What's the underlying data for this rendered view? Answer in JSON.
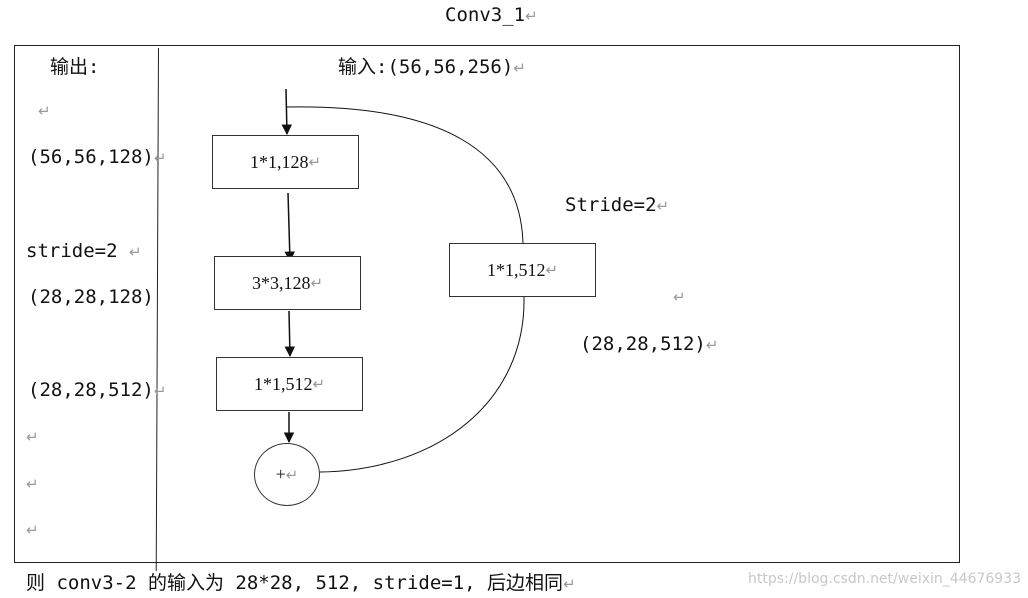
{
  "title": "Conv3_1",
  "left_column": {
    "header": "输出:",
    "out1": "(56,56,128)",
    "stride": "stride=2",
    "out2": "(28,28,128)",
    "out3": "(28,28,512)"
  },
  "input_label": "输入:(56,56,256)",
  "main_path": {
    "box1": "1*1,128",
    "box2": "3*3,128",
    "box3": "1*1,512",
    "add": "+"
  },
  "shortcut": {
    "box": "1*1,512",
    "stride": "Stride=2",
    "output": "(28,28,512)"
  },
  "footer": "则 conv3-2 的输入为 28*28, 512, stride=1, 后边相同",
  "watermark": "https://blog.csdn.net/weixin_44676933",
  "paragraph_mark": "↵"
}
